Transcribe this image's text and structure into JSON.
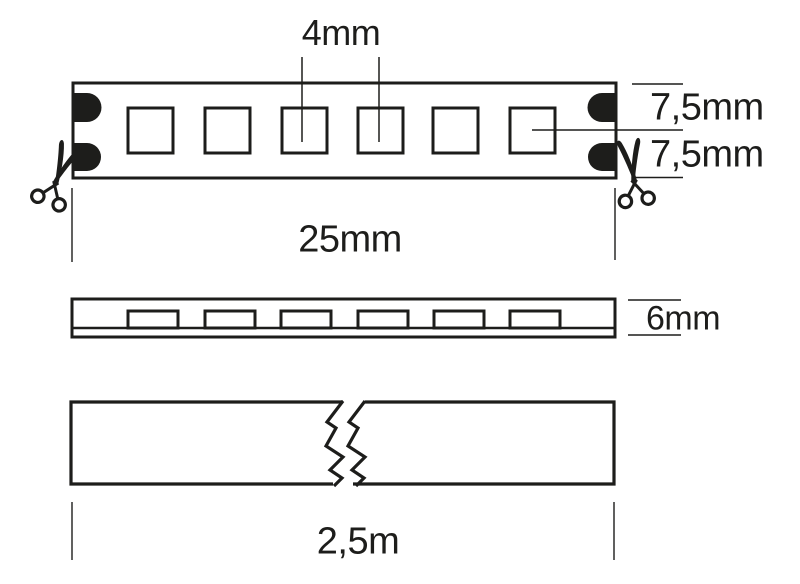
{
  "diagram": {
    "type": "led-strip-dimension-drawing",
    "background_color": "#ffffff",
    "line_color": "#1d1d1b",
    "labels": {
      "led_spacing": "4mm",
      "edge_to_center": "7,5mm",
      "center_to_edge": "7,5mm",
      "cut_segment_length": "25mm",
      "strip_height": "6mm",
      "total_length": "2,5m"
    },
    "top_view": {
      "led_count": 6,
      "solder_pads_per_end": 2,
      "cut_marks": 2
    },
    "side_view": {
      "led_count": 6
    },
    "length_view": {
      "break_symbol": true
    }
  }
}
